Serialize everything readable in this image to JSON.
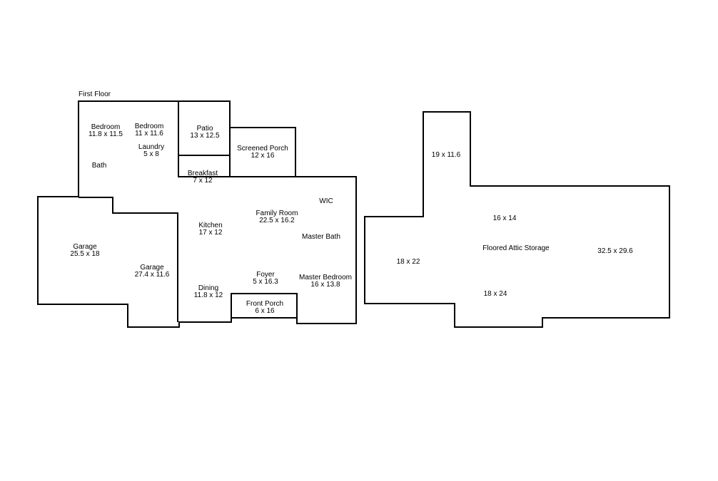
{
  "floor_title": "First Floor",
  "rooms": [
    {
      "id": "bedroom-1",
      "name": "Bedroom",
      "dims": "11.8 x 11.5"
    },
    {
      "id": "bedroom-2",
      "name": "Bedroom",
      "dims": "11 x 11.6"
    },
    {
      "id": "laundry",
      "name": "Laundry",
      "dims": "5 x 8"
    },
    {
      "id": "bath",
      "name": "Bath",
      "dims": ""
    },
    {
      "id": "patio",
      "name": "Patio",
      "dims": "13 x 12.5"
    },
    {
      "id": "screened-porch",
      "name": "Screened Porch",
      "dims": "12 x 16"
    },
    {
      "id": "breakfast",
      "name": "Breakfast",
      "dims": "7 x 12"
    },
    {
      "id": "wic",
      "name": "WIC",
      "dims": ""
    },
    {
      "id": "family-room",
      "name": "Family Room",
      "dims": "22.5 x 16.2"
    },
    {
      "id": "kitchen",
      "name": "Kitchen",
      "dims": "17 x 12"
    },
    {
      "id": "master-bath",
      "name": "Master Bath",
      "dims": ""
    },
    {
      "id": "garage-1",
      "name": "Garage",
      "dims": "25.5 x 18"
    },
    {
      "id": "garage-2",
      "name": "Garage",
      "dims": "27.4 x 11.6"
    },
    {
      "id": "foyer",
      "name": "Foyer",
      "dims": "5 x 16.3"
    },
    {
      "id": "master-bedroom",
      "name": "Master Bedroom",
      "dims": "16 x 13.8"
    },
    {
      "id": "dining",
      "name": "Dining",
      "dims": "11.8 x 12"
    },
    {
      "id": "front-porch",
      "name": "Front Porch",
      "dims": "6 x 16"
    }
  ],
  "attic": {
    "title": "Floored Attic Storage",
    "sections": [
      "19 x 11.6",
      "16 x 14",
      "18 x 22",
      "18 x 24",
      "32.5 x 29.6"
    ]
  }
}
